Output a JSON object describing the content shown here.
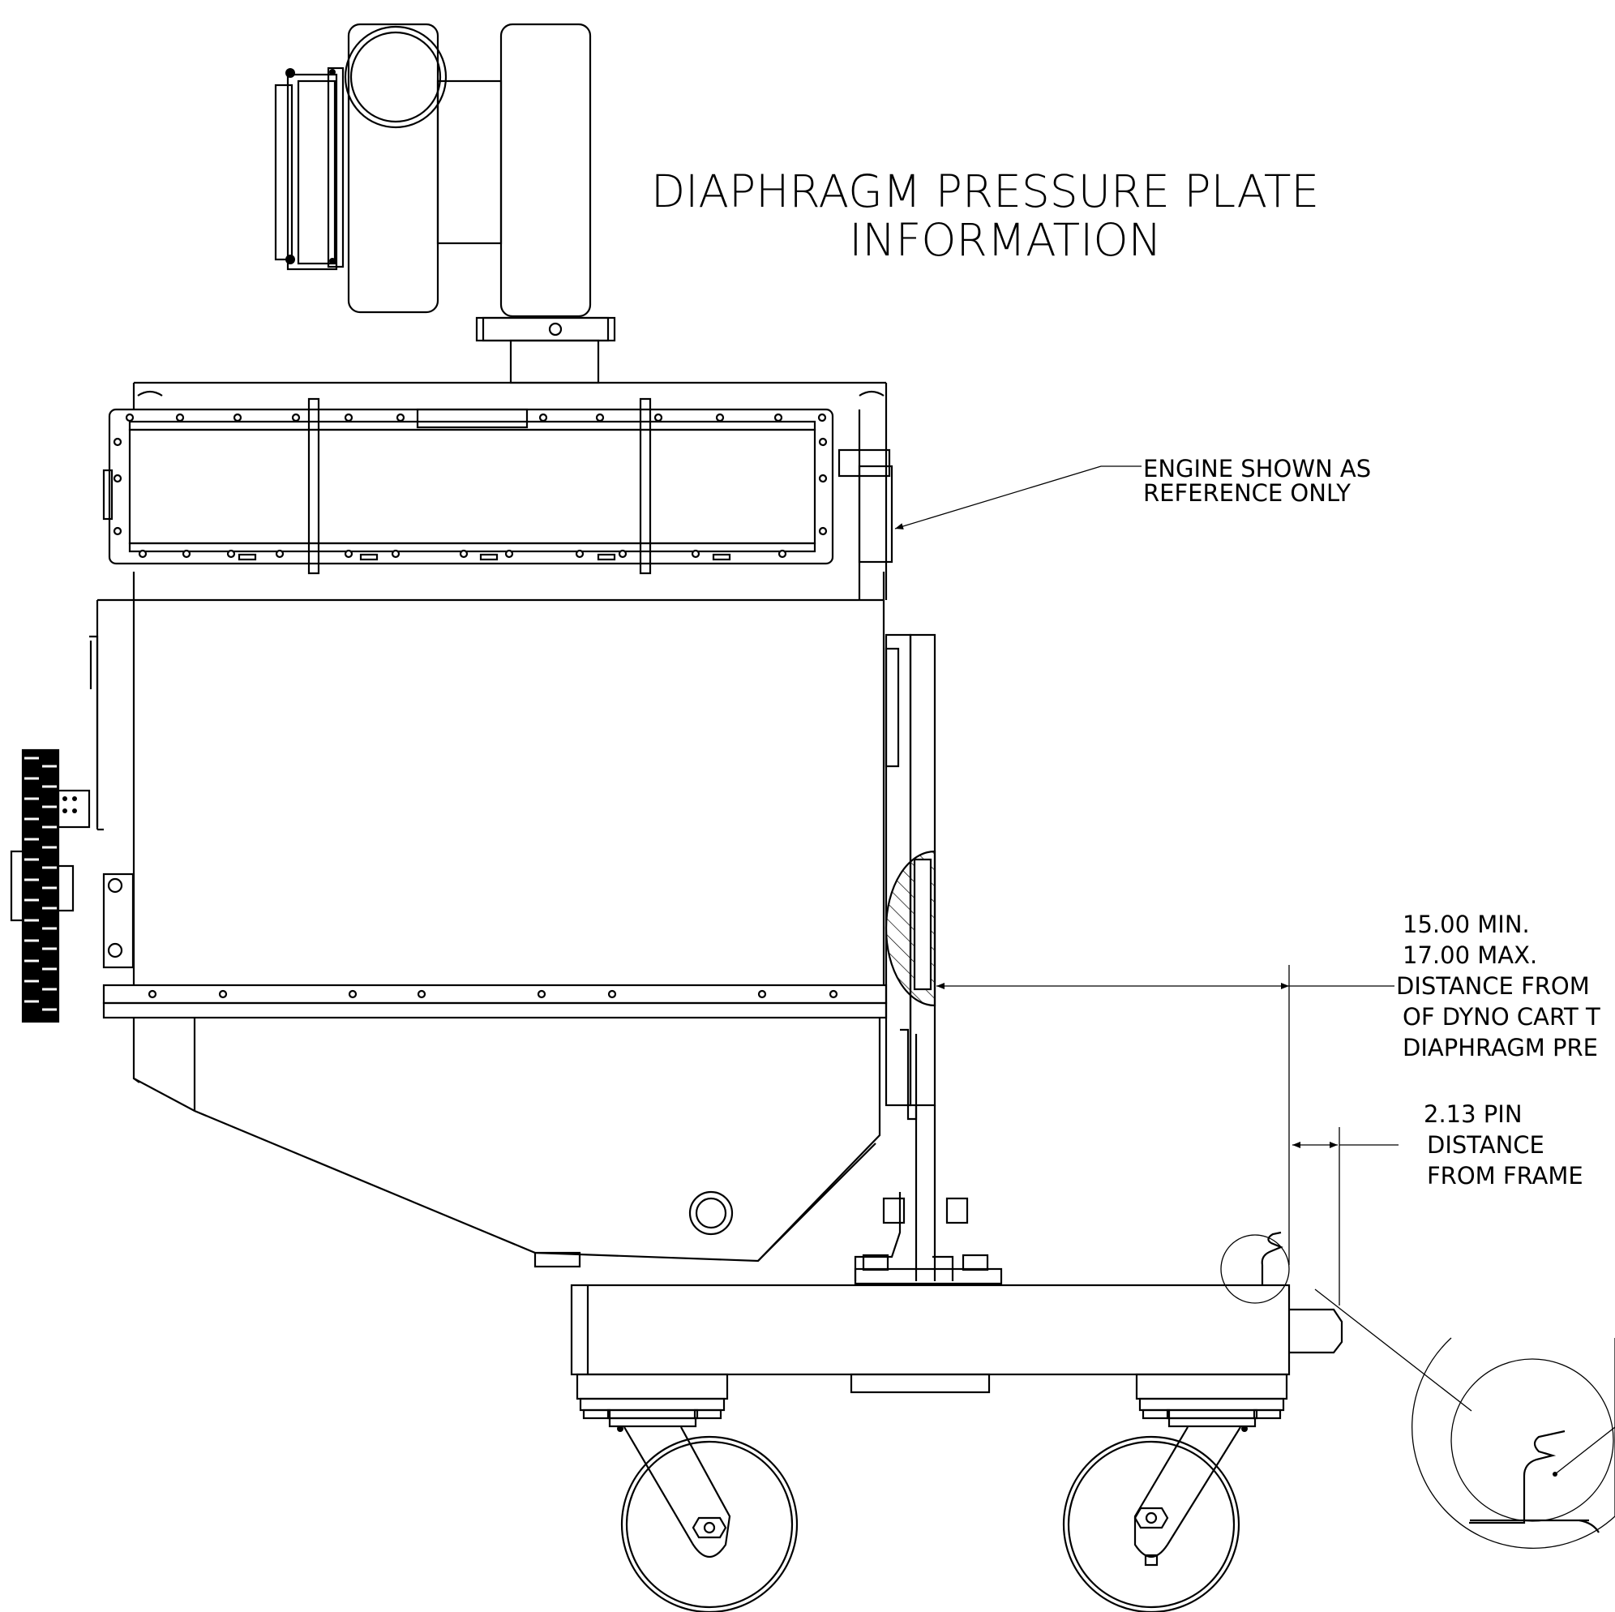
{
  "title": {
    "line1": "DIAPHRAGM PRESSURE PLATE",
    "line2": "INFORMATION"
  },
  "notes": {
    "engine_reference": {
      "line1": "ENGINE SHOWN AS",
      "line2": "REFERENCE ONLY"
    },
    "cart_distance": {
      "line1": "15.00 MIN.",
      "line2": "17.00 MAX.",
      "line3": "DISTANCE FROM",
      "line4": "OF DYNO CART T",
      "line5": "DIAPHRAGM PRE"
    },
    "pin_distance": {
      "line1": "2.13 PIN",
      "line2": "DISTANCE",
      "line3": "FROM FRAME"
    }
  }
}
